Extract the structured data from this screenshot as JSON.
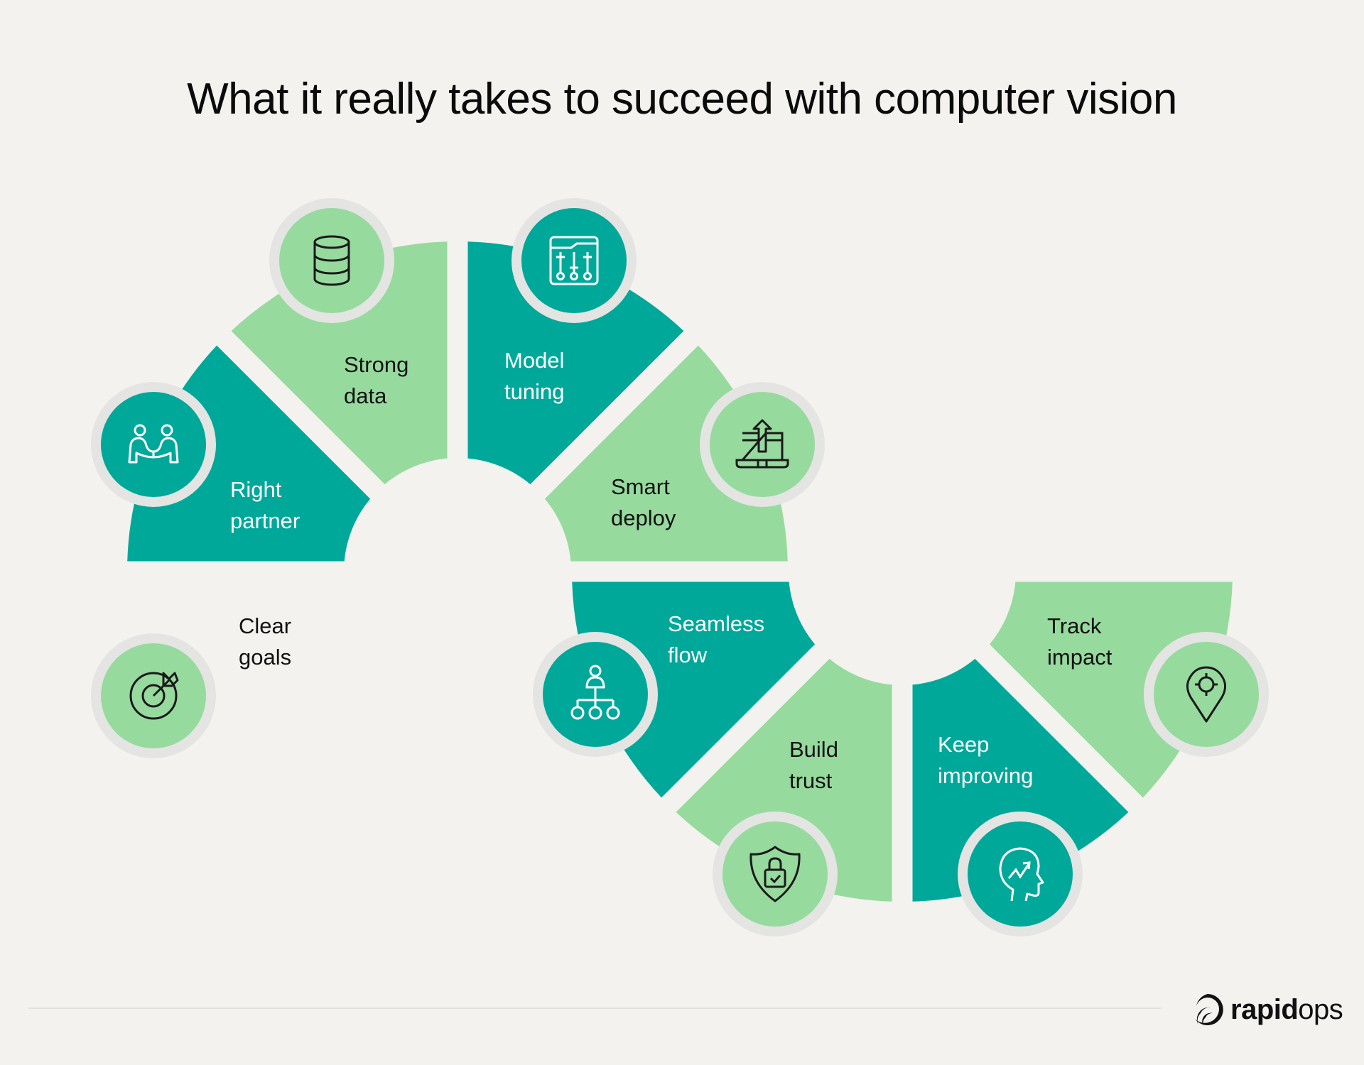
{
  "title": "What it really takes to succeed with computer vision",
  "colors": {
    "background": "#f3f2ee",
    "light_green": "#97da9e",
    "teal": "#00a89a",
    "badge_ring": "#e4e4e3",
    "dark_text": "#111111",
    "light_text": "#ffffff"
  },
  "steps": [
    {
      "id": "clear-goals",
      "line1": "Clear",
      "line2": "goals",
      "icon": "target-icon",
      "tone": "light"
    },
    {
      "id": "right-partner",
      "line1": "Right",
      "line2": "partner",
      "icon": "handshake-icon",
      "tone": "teal"
    },
    {
      "id": "strong-data",
      "line1": "Strong",
      "line2": "data",
      "icon": "database-icon",
      "tone": "light"
    },
    {
      "id": "model-tuning",
      "line1": "Model",
      "line2": "tuning",
      "icon": "sliders-icon",
      "tone": "teal"
    },
    {
      "id": "smart-deploy",
      "line1": "Smart",
      "line2": "deploy",
      "icon": "laptop-upload-icon",
      "tone": "light"
    },
    {
      "id": "seamless-flow",
      "line1": "Seamless",
      "line2": "flow",
      "icon": "org-chart-icon",
      "tone": "teal"
    },
    {
      "id": "build-trust",
      "line1": "Build",
      "line2": "trust",
      "icon": "shield-lock-icon",
      "tone": "light"
    },
    {
      "id": "keep-improving",
      "line1": "Keep",
      "line2": "improving",
      "icon": "head-growth-icon",
      "tone": "teal"
    },
    {
      "id": "track-impact",
      "line1": "Track",
      "line2": "impact",
      "icon": "location-pin-icon",
      "tone": "light"
    }
  ],
  "logo": {
    "bold": "rapid",
    "regular": "ops"
  }
}
